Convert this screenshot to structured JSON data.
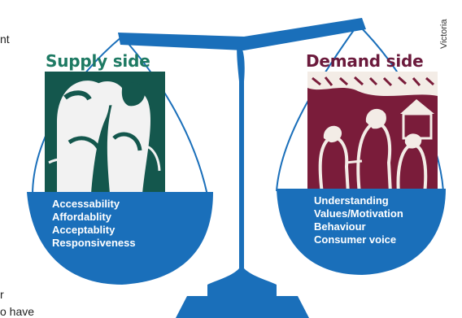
{
  "fragments": {
    "top_left": "nt",
    "mid_left": "r",
    "bottom_left": "o have"
  },
  "credit": "Victoria",
  "colors": {
    "beam": "#1a6fba",
    "pan": "#1a6fba",
    "supply_title": "#1e7a63",
    "demand_title": "#6b1a3c",
    "supply_art": "#14574d",
    "demand_art": "#7a1c3a"
  },
  "supply": {
    "title": "Supply side",
    "items": [
      "Accessability",
      "Affordablity",
      "Acceptablity",
      "Responsiveness"
    ]
  },
  "demand": {
    "title": "Demand side",
    "items": [
      "Understanding",
      "Values/Motivation",
      "Behaviour",
      "Consumer voice"
    ]
  }
}
